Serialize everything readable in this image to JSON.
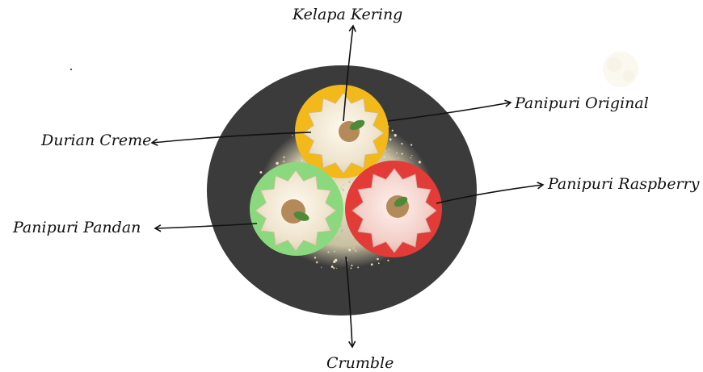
{
  "labels": {
    "kelapa_kering": "Kelapa Kering",
    "panipuri_original": "Panipuri Original",
    "durian_creme": "Durian Creme",
    "panipuri_raspberry": "Panipuri Raspberry",
    "panipuri_pandan": "Panipuri Pandan",
    "crumble": "Crumble"
  },
  "colors": {
    "plate": "#3b3b3b",
    "original_base": "#f3b81a",
    "raspberry_base": "#e23b38",
    "pandan_base": "#8bd97f",
    "crumble": "#d8d0b4",
    "garnish_leaf": "#4f8a3a",
    "topping": "#b48a5a"
  }
}
